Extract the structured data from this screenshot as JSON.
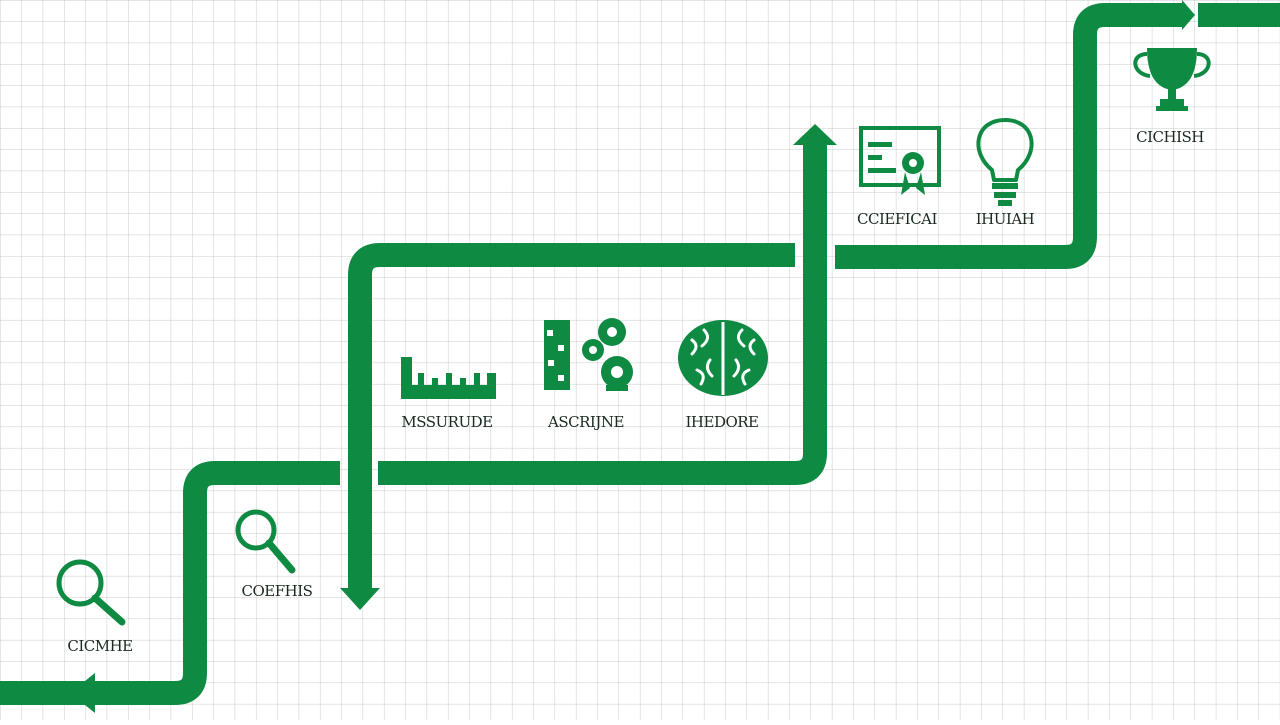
{
  "colors": {
    "path": "#0f8a43",
    "grid": "#c7ccc9",
    "background": "#ffffff",
    "label": "#1a2a1f"
  },
  "stages": [
    {
      "id": "stage-1",
      "label": "CICMHE",
      "icon": "magnifier-icon"
    },
    {
      "id": "stage-2",
      "label": "COEFHIS",
      "icon": "magnifier-icon"
    },
    {
      "id": "stage-3",
      "label": "MSSURUDE",
      "icon": "ruler-icon"
    },
    {
      "id": "stage-4",
      "label": "ASCRIJNE",
      "icon": "gears-icon"
    },
    {
      "id": "stage-5",
      "label": "IHEDORE",
      "icon": "brain-icon"
    },
    {
      "id": "stage-6",
      "label": "CCIEFICAI",
      "icon": "certificate-icon"
    },
    {
      "id": "stage-7",
      "label": "IHUIAH",
      "icon": "lightbulb-icon"
    },
    {
      "id": "stage-8",
      "label": "CICHISH",
      "icon": "trophy-icon"
    }
  ]
}
